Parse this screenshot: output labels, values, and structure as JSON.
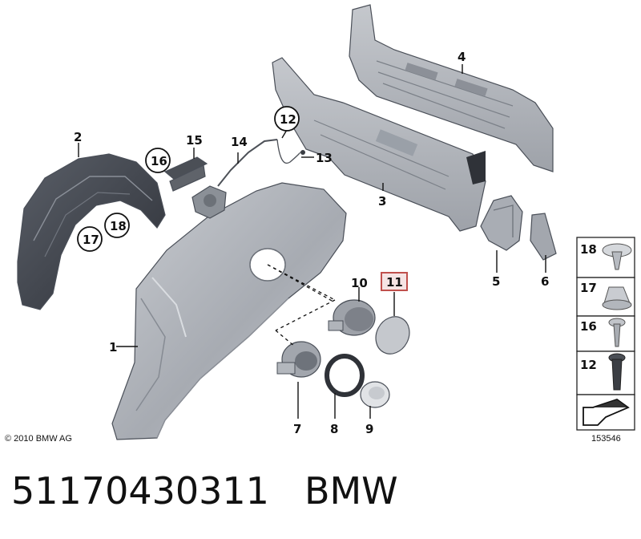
{
  "callouts": {
    "c1": "1",
    "c2": "2",
    "c3": "3",
    "c4": "4",
    "c5": "5",
    "c6": "6",
    "c7": "7",
    "c8": "8",
    "c9": "9",
    "c10": "10",
    "c11": "11",
    "c12": "12",
    "c13": "13",
    "c14": "14",
    "c15": "15",
    "c16": "16",
    "c17": "17",
    "c18": "18"
  },
  "legend": [
    {
      "label": "18",
      "icon": "push-rivet-icon"
    },
    {
      "label": "17",
      "icon": "hex-nut-icon"
    },
    {
      "label": "16",
      "icon": "screw-icon"
    },
    {
      "label": "12",
      "icon": "expanding-rivet-icon"
    },
    {
      "label": "",
      "icon": "spread-arrow-icon"
    }
  ],
  "copyright": "© 2010 BMW AG",
  "diagram_number": "153546",
  "caption": {
    "part_number": "51170430311",
    "brand": "BMW"
  },
  "colors": {
    "panel": "#b9bdc3",
    "liner": "#3c4048",
    "highlight": "#c0504d"
  }
}
